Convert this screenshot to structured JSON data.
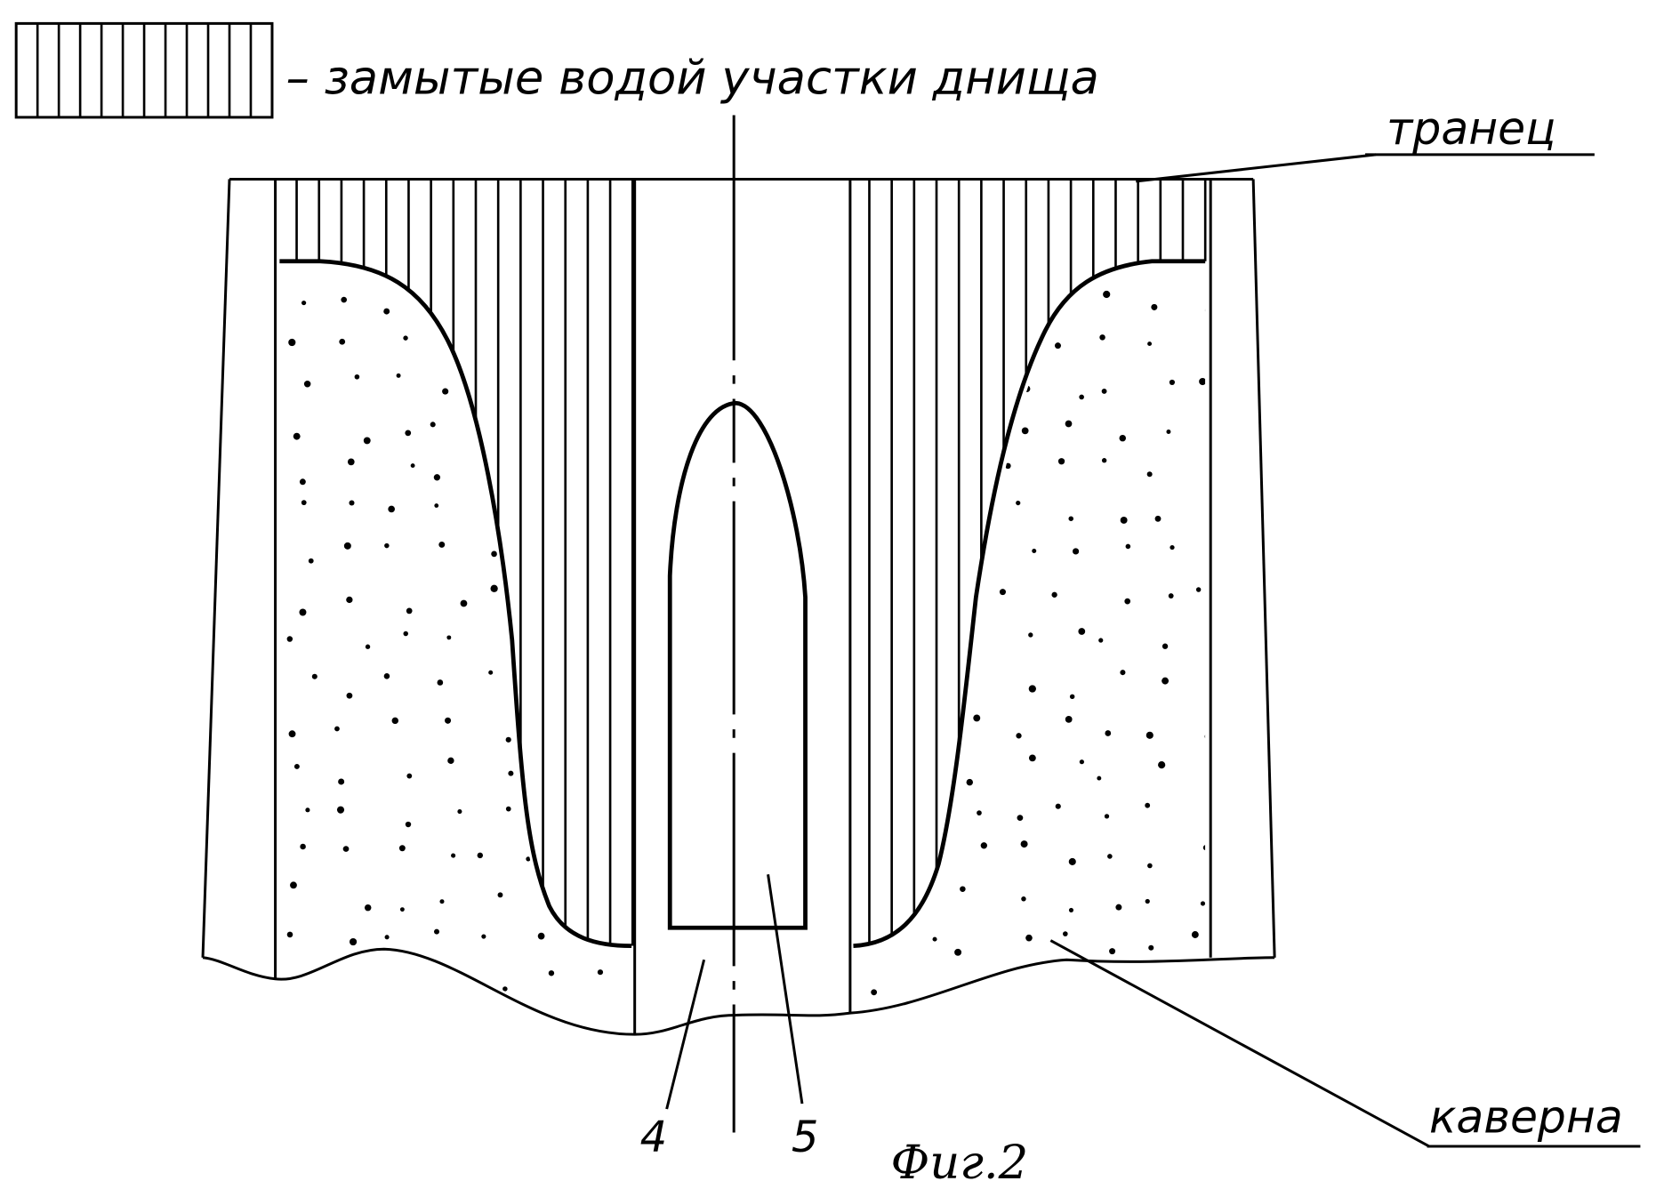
{
  "legend": {
    "label": "– замытые водой участки днища"
  },
  "labels": {
    "transom": "транец",
    "cavity": "каверна",
    "part_4": "4",
    "part_5": "5",
    "figure_caption": "Фиг.2"
  },
  "colors": {
    "ink": "#000000",
    "paper": "#ffffff"
  }
}
